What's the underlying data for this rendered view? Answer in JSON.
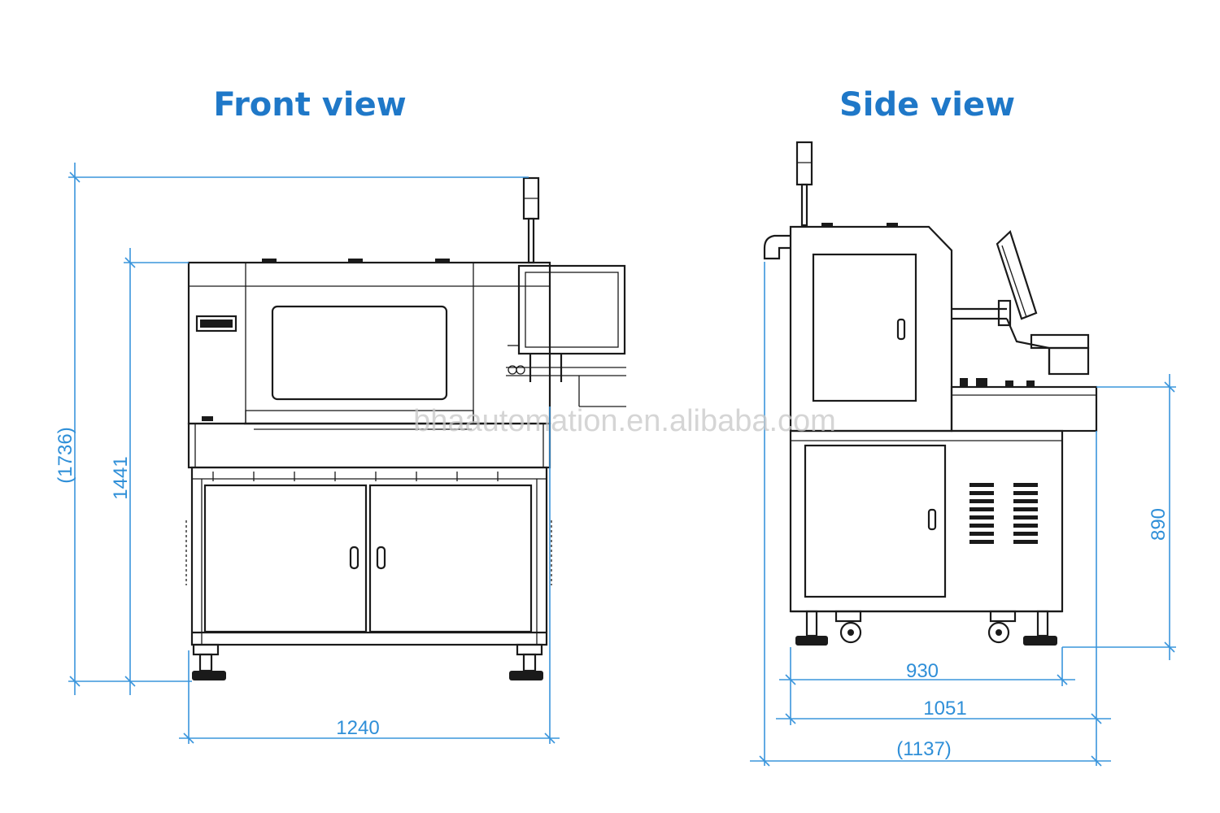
{
  "titles": {
    "front": "Front view",
    "side": "Side view"
  },
  "dimensions": {
    "front_overall_height": "(1736)",
    "front_body_height": "1441",
    "front_width": "1240",
    "side_table_height": "890",
    "side_depth_base": "930",
    "side_depth_body": "1051",
    "side_depth_overall": "(1137)"
  },
  "watermark": "bhaautomation.en.alibaba.com",
  "colors": {
    "title": "#1f78c8",
    "dimension": "#3a95dc",
    "drawing": "#1a1a1a"
  }
}
